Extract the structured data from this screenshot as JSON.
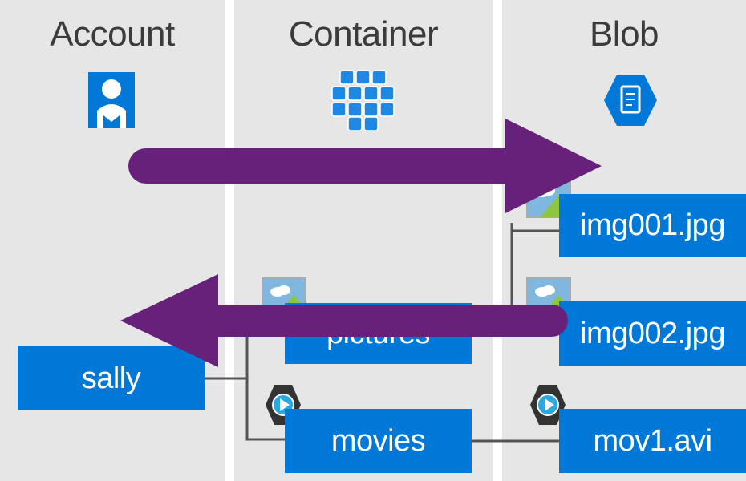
{
  "columns": {
    "account": {
      "header": "Account",
      "icon": "account-icon"
    },
    "container": {
      "header": "Container",
      "icon": "container-icon"
    },
    "blob": {
      "header": "Blob",
      "icon": "blob-icon"
    }
  },
  "nodes": {
    "account": {
      "label": "sally"
    },
    "containers": [
      {
        "label": "pictures",
        "icon": "image-icon"
      },
      {
        "label": "movies",
        "icon": "video-icon"
      }
    ],
    "blobs": [
      {
        "label": "img001.jpg",
        "icon": "image-icon"
      },
      {
        "label": "img002.jpg",
        "icon": "image-icon"
      },
      {
        "label": "mov1.avi",
        "icon": "video-icon"
      }
    ]
  },
  "arrows": [
    {
      "direction": "right",
      "from": "Account",
      "to": "Blob",
      "color": "#68217a"
    },
    {
      "direction": "left",
      "from": "Blob",
      "to": "Account",
      "color": "#68217a"
    }
  ],
  "colors": {
    "accent": "#0078d7",
    "arrow": "#68217a",
    "column_bg": "#e6e6e6",
    "connector": "#555555"
  }
}
